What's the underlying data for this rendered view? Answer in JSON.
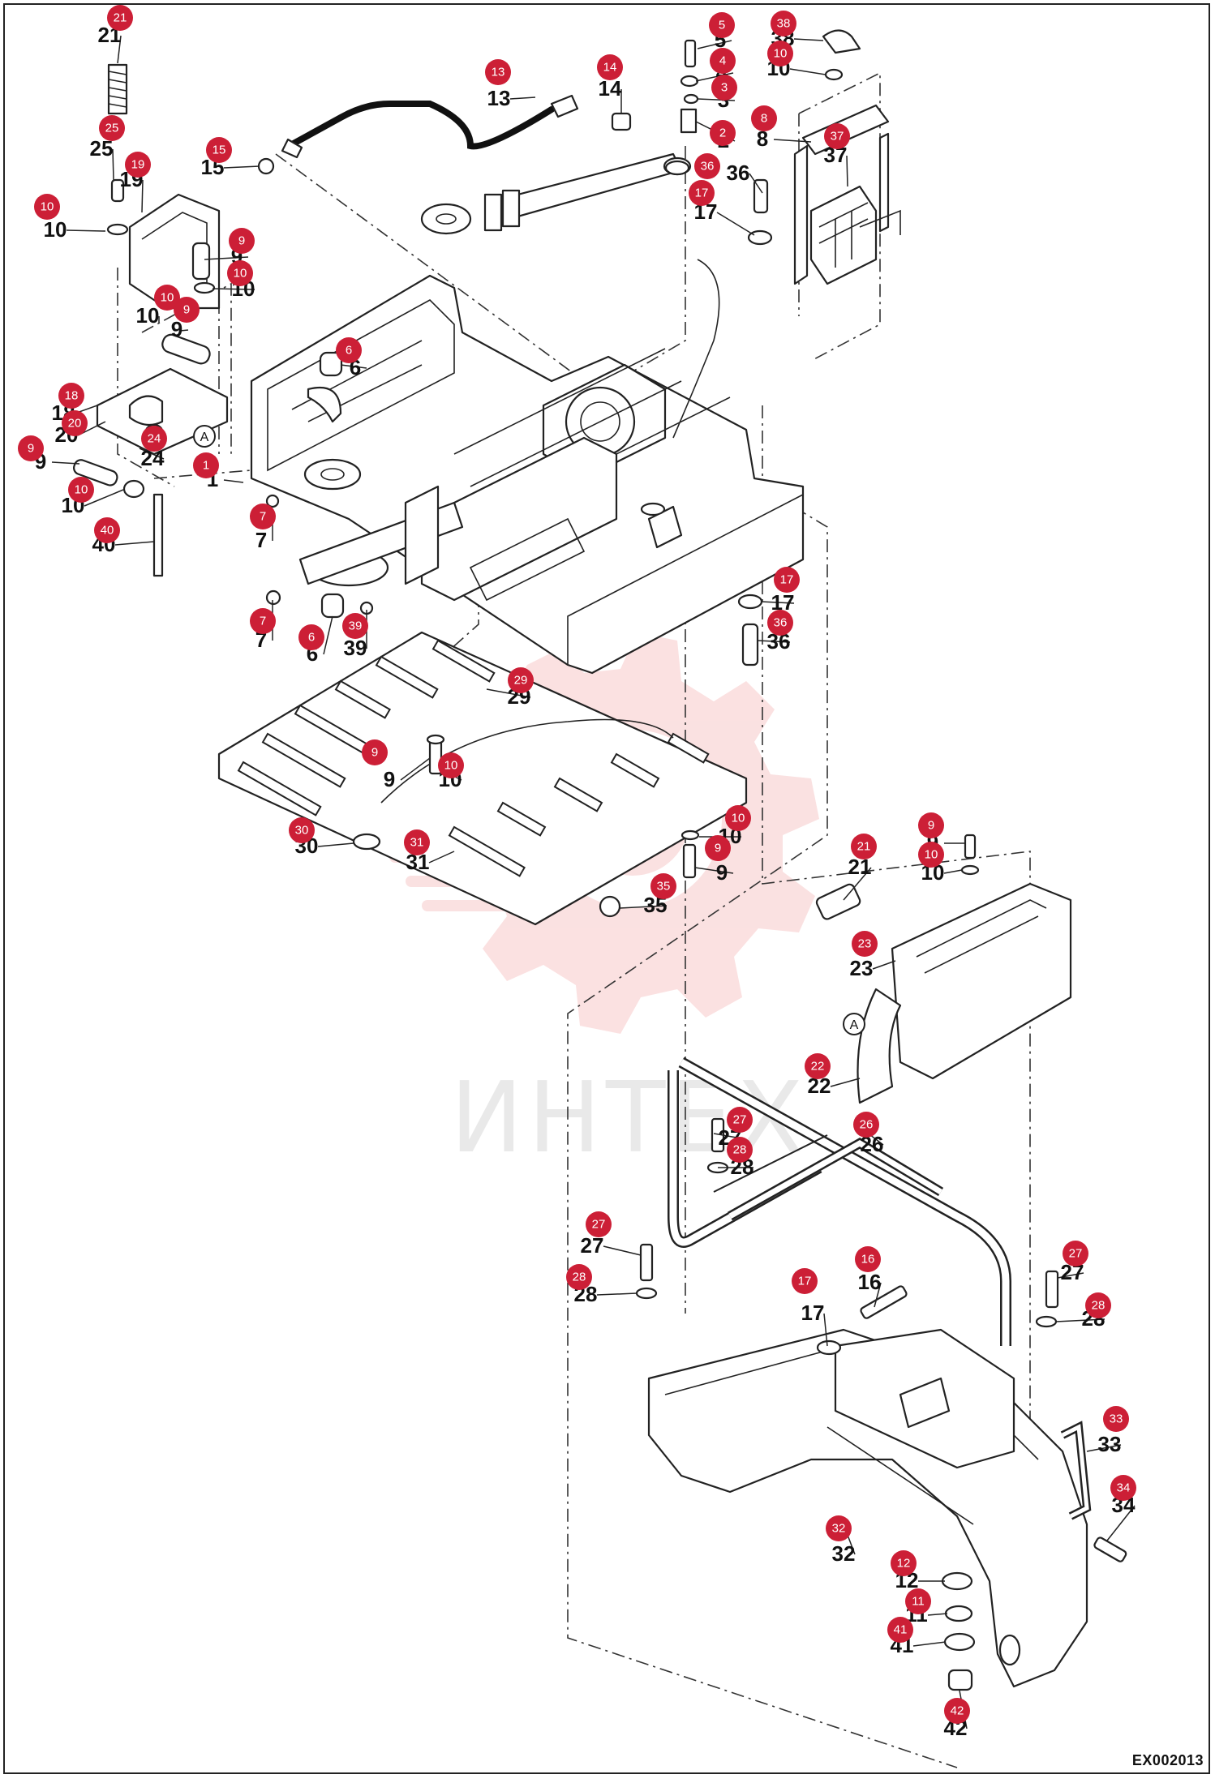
{
  "watermark": {
    "text": "ИНТЕХ",
    "color": "#f5b7b7"
  },
  "drawing_code": "EX002013",
  "badge_color": "#cc1f36",
  "ref_marker": "A",
  "callouts": [
    {
      "badge": "21",
      "label": "21"
    },
    {
      "badge": "25",
      "label": "25"
    },
    {
      "badge": "19",
      "label": "19"
    },
    {
      "badge": "10",
      "label": "10"
    },
    {
      "badge": "9",
      "label": "9"
    },
    {
      "badge": "10",
      "label": "10"
    },
    {
      "badge": "10",
      "label": "10"
    },
    {
      "badge": "9",
      "label": "9"
    },
    {
      "badge": "18",
      "label": "18"
    },
    {
      "badge": "20",
      "label": "20"
    },
    {
      "badge": "24",
      "label": "24"
    },
    {
      "badge": "9",
      "label": "9"
    },
    {
      "badge": "10",
      "label": "10"
    },
    {
      "badge": "40",
      "label": "40"
    },
    {
      "badge": "1",
      "label": "1"
    },
    {
      "badge": "7",
      "label": "7"
    },
    {
      "badge": "6",
      "label": "6"
    },
    {
      "badge": "15",
      "label": "15"
    },
    {
      "badge": "13",
      "label": "13"
    },
    {
      "badge": "14",
      "label": "14"
    },
    {
      "badge": "5",
      "label": "5"
    },
    {
      "badge": "4",
      "label": "4"
    },
    {
      "badge": "3",
      "label": "3"
    },
    {
      "badge": "2",
      "label": "2"
    },
    {
      "badge": "36",
      "label": "36"
    },
    {
      "badge": "17",
      "label": "17"
    },
    {
      "badge": "38",
      "label": "38"
    },
    {
      "badge": "10",
      "label": "10"
    },
    {
      "badge": "8",
      "label": "8"
    },
    {
      "badge": "37",
      "label": "37"
    },
    {
      "badge": "7",
      "label": "7"
    },
    {
      "badge": "6",
      "label": "6"
    },
    {
      "badge": "39",
      "label": "39"
    },
    {
      "badge": "17",
      "label": "17"
    },
    {
      "badge": "36",
      "label": "36"
    },
    {
      "badge": "29",
      "label": "29"
    },
    {
      "badge": "9",
      "label": "9"
    },
    {
      "badge": "10",
      "label": "10"
    },
    {
      "badge": "30",
      "label": "30"
    },
    {
      "badge": "31",
      "label": "31"
    },
    {
      "badge": "10",
      "label": "10"
    },
    {
      "badge": "9",
      "label": "9"
    },
    {
      "badge": "35",
      "label": "35"
    },
    {
      "badge": "21",
      "label": "21"
    },
    {
      "badge": "9",
      "label": "9"
    },
    {
      "badge": "10",
      "label": "10"
    },
    {
      "badge": "23",
      "label": "23"
    },
    {
      "badge": "22",
      "label": "22"
    },
    {
      "badge": "26",
      "label": "26"
    },
    {
      "badge": "27",
      "label": "27"
    },
    {
      "badge": "28",
      "label": "28"
    },
    {
      "badge": "27",
      "label": "27"
    },
    {
      "badge": "28",
      "label": "28"
    },
    {
      "badge": "17",
      "label": "17"
    },
    {
      "badge": "16",
      "label": "16"
    },
    {
      "badge": "27",
      "label": "27"
    },
    {
      "badge": "28",
      "label": "28"
    },
    {
      "badge": "33",
      "label": "33"
    },
    {
      "badge": "34",
      "label": "34"
    },
    {
      "badge": "32",
      "label": "32"
    },
    {
      "badge": "12",
      "label": "12"
    },
    {
      "badge": "11",
      "label": "11"
    },
    {
      "badge": "41",
      "label": "41"
    },
    {
      "badge": "42",
      "label": "42"
    }
  ]
}
